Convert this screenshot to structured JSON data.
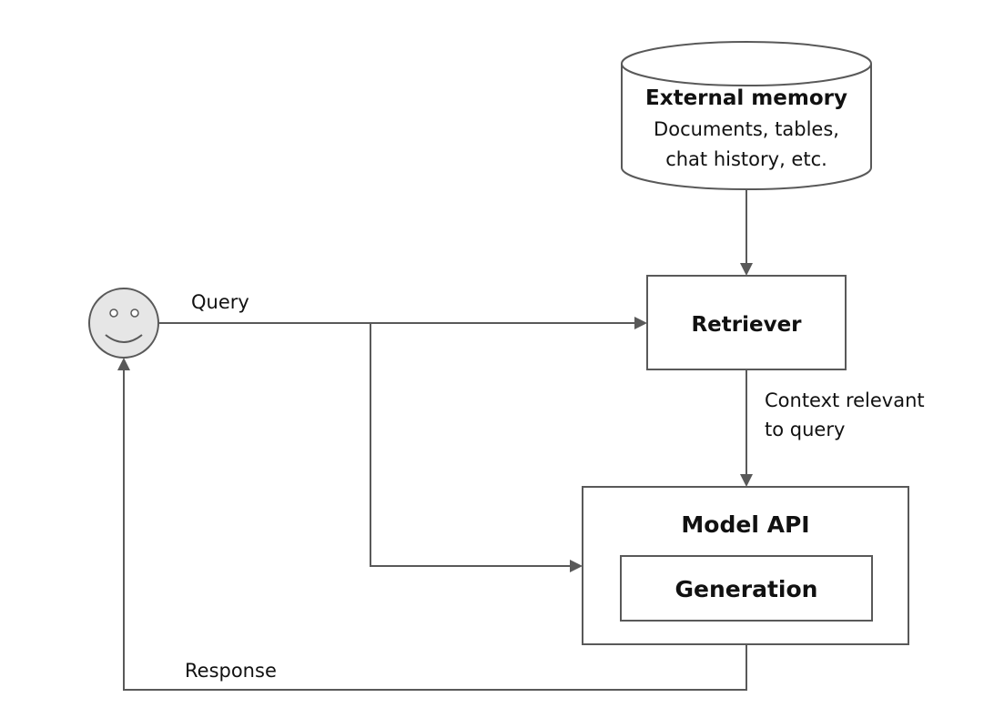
{
  "diagram": {
    "external_memory": {
      "title": "External memory",
      "line1": "Documents, tables,",
      "line2": "chat history, etc."
    },
    "retriever": {
      "label": "Retriever"
    },
    "model_api": {
      "title": "Model API",
      "generation": "Generation"
    },
    "edges": {
      "query": "Query",
      "context_line1": "Context relevant",
      "context_line2": "to query",
      "response": "Response"
    },
    "colors": {
      "stroke": "#595959",
      "user_face_fill": "#e6e6e6"
    },
    "icons": {
      "user": "smiley-face-icon"
    }
  }
}
